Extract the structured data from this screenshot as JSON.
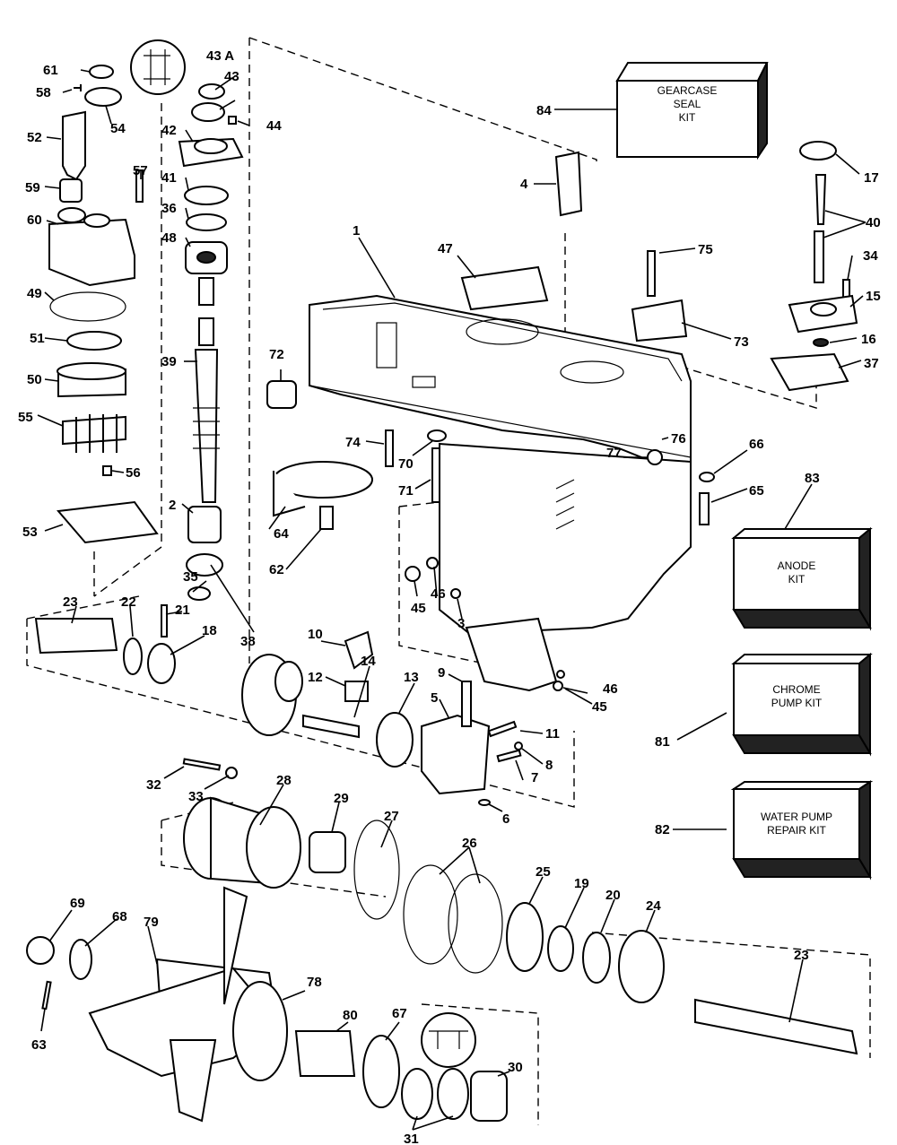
{
  "kits": {
    "gearcase_seal": [
      "GEARCASE",
      "SEAL",
      "KIT"
    ],
    "anode": [
      "ANODE",
      "KIT"
    ],
    "chrome_pump": [
      "CHROME",
      "PUMP KIT"
    ],
    "water_pump_repair": [
      "WATER PUMP",
      "REPAIR KIT"
    ]
  },
  "labels": {
    "p1": "1",
    "p2": "2",
    "p3": "3",
    "p4": "4",
    "p5": "5",
    "p6": "6",
    "p7": "7",
    "p8": "8",
    "p9": "9",
    "p10": "10",
    "p11": "11",
    "p12": "12",
    "p13": "13",
    "p14": "14",
    "p15": "15",
    "p16": "16",
    "p17": "17",
    "p18": "18",
    "p19": "19",
    "p20": "20",
    "p21": "21",
    "p22": "22",
    "p23a": "23",
    "p23b": "23",
    "p24": "24",
    "p25": "25",
    "p26": "26",
    "p27": "27",
    "p28": "28",
    "p29": "29",
    "p30": "30",
    "p31": "31",
    "p32": "32",
    "p33": "33",
    "p34": "34",
    "p35": "35",
    "p36": "36",
    "p37": "37",
    "p38": "38",
    "p39": "39",
    "p40": "40",
    "p41": "41",
    "p42": "42",
    "p43": "43",
    "p43a": "43 A",
    "p44": "44",
    "p45a": "45",
    "p45b": "45",
    "p46a": "46",
    "p46b": "46",
    "p47": "47",
    "p48": "48",
    "p49": "49",
    "p50": "50",
    "p51": "51",
    "p52": "52",
    "p53": "53",
    "p54": "54",
    "p55": "55",
    "p56": "56",
    "p57": "57",
    "p58": "58",
    "p59": "59",
    "p60": "60",
    "p61": "61",
    "p62": "62",
    "p63": "63",
    "p64": "64",
    "p65": "65",
    "p66": "66",
    "p67": "67",
    "p68": "68",
    "p69": "69",
    "p70": "70",
    "p71": "71",
    "p72": "72",
    "p73": "73",
    "p74": "74",
    "p75": "75",
    "p76": "76",
    "p77": "77",
    "p78": "78",
    "p79": "79",
    "p80": "80",
    "p81": "81",
    "p82": "82",
    "p83": "83",
    "p84": "84"
  }
}
